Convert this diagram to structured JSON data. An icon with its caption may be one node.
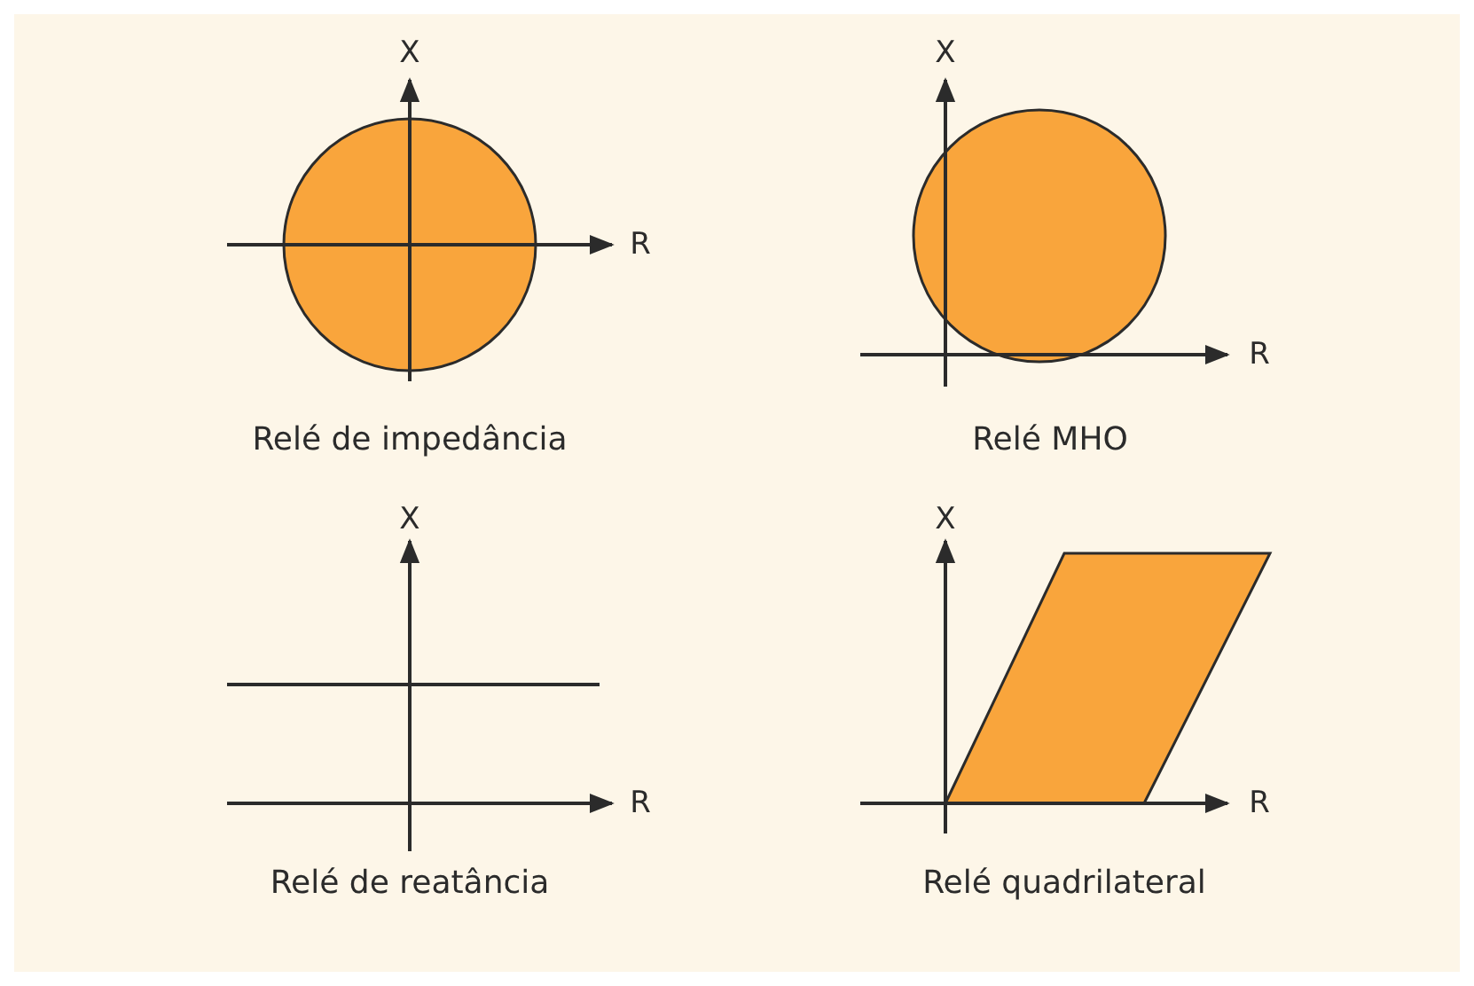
{
  "diagram": {
    "labels": [
      "X",
      "X",
      "R",
      "R",
      "Relé de impedância",
      "Relé MHO",
      "X",
      "X",
      "R",
      "R",
      "Relé de reatância",
      "Relé quadrilateral"
    ]
  }
}
